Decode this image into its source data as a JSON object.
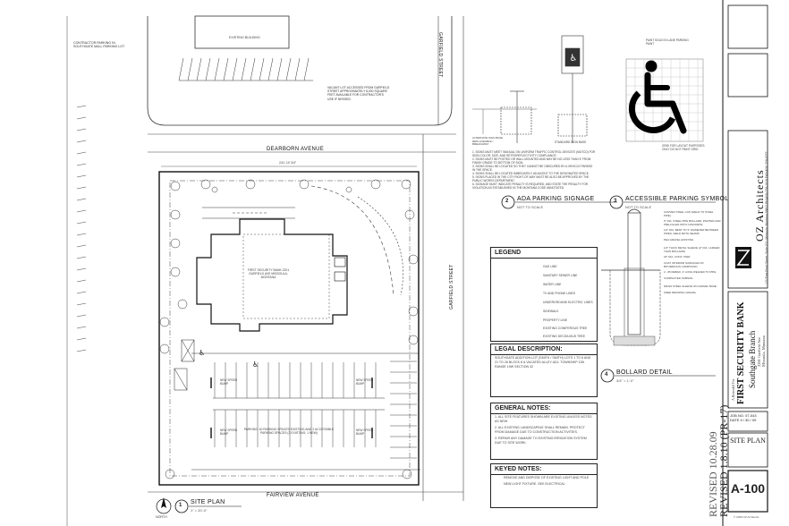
{
  "streets": {
    "north": "DEARBORN AVENUE",
    "south": "FAIRVIEW AVENUE",
    "east_upper": "GARFIELD STREET",
    "east_lower": "GARFIELD STREET"
  },
  "site_plan": {
    "number": "1",
    "title": "SITE PLAN",
    "scale": "1\" = 20'-0\"",
    "north_label": "NORTH",
    "building_label": "FIRST SECURITY BANK 2201 GARFIELD AVE MISSOULA, MONTANA",
    "existing_building": "EXISTING BUILDING",
    "contractor_note": "CONTRACTOR PARKING IN SOUTHGATE MALL PARKING LOT",
    "vacant_lot_note": "VACANT LOT ACCESSED FROM GARFIELD STREET APPROXIMATELY 8,000 SQUARE FEET AVAILABLE FOR CONTRACTOR'S USE IF NEEDED",
    "parking_note": "PARKING: 40 PARKING SPACES EXISTING AND 2 ACCESSIBLE PARKING SPACES (3 EXISTING; 1 NEW)",
    "speed_bump": "NEW SPEED BUMP",
    "dimension_top": "241'-10 3/4\""
  },
  "ada_detail": {
    "number": "2",
    "title": "ADA PARKING SIGNAGE",
    "scale": "NOT TO SCALE",
    "caption_left": "ALTERNATE SIGN BASE REPLACEABLE / BREAKAWAY",
    "caption_right": "STANDARD SIGN BASE",
    "notes": [
      "1. SIGNS MUST MEET 'MANUAL ON UNIFORM TRAFFIC CONTROL DEVICES' (MUTCD) FOR SIGN COLOR, SIZE, AND RETROREFLECTIVITY COMPLIANCE.",
      "2. SIGNS MUST BE POSTED OR WALL MOUNTED AND MAY BE NO LESS THAN 5' FROM FINISH GRADE TO BOTTOM OF SIGN.",
      "3. SIGNS SHALL BE LOCATED SO THEY CANNOT BE OBSCURED BY A VEHICLE PARKED IN THE SPACE.",
      "4. SIGNS SHALL BE LOCATED IMMEDIATELY ADJACENT TO THE DESIGNATED SPACE.",
      "5. SIGNS PLACED IN THE CITY RIGHT-OF-WAY MUST BE ALSO BE APPROVED BY THE PUBLIC WORKS DEPARTMENT.",
      "6. SIGNAGE MUST INDICATE PENALTY IS REQUIRED, AND STATE THE PENALTY FOR VIOLATION AS ESTABLISHED IN THE MONTANA CODE ANNOTATED."
    ]
  },
  "accessible_symbol": {
    "number": "3",
    "title": "ACCESSIBLE PARKING SYMBOL",
    "scale": "NOT TO SCALE",
    "top_note": "PAINT SOLID IN LANE PARKING PAINT",
    "grid_note": "GRID FOR LAYOUT PURPOSES ONLY DO NOT PAINT GRID"
  },
  "bollard_detail": {
    "number": "4",
    "title": "BOLLARD DETAIL",
    "scale": "3/4\" = 1'-0\"",
    "notes": [
      "CURVED STEEL CAP (WELD TO STEEL PIPE)",
      "6\" DIA. STEEL PIPE BOLLARD, PAINTED AND PRE-FILLED WITH CONCRETE",
      "1/2\" DIA. BENT TO 3\" DIAMETER BETWEEN PIPES, WELD BOTH SEAMS",
      "PEA GRAVEL EXISTING",
      "1/4\" THICK METAL SLEEVE (2\" DIA. LARGER THAN BOLLARD)",
      "18\" DIA. CONC. PIER",
      "COAT INTERIOR SURFACES W/ BITUMINOUS COMPOUND",
      "2 - #5 REBAR, 3' LONG WELDED TO PIPE",
      "COMPACTED SUBSOIL",
      "DRAIN STEEL SLEEVE ON GRAVEL BASE",
      "FREE DRAINING GRAVEL"
    ]
  },
  "legend": {
    "title": "LEGEND",
    "items": [
      "GAS LINE",
      "SANITARY SEWER LINE",
      "WATER LINE",
      "TV AND PHONE LINES",
      "UNDERGROUND ELECTRIC LINES",
      "SIDEWALK",
      "PROPERTY LINE",
      "EXISTING CONIFEROUS TREE",
      "EXISTING DECIDUOUS TREE"
    ]
  },
  "legal": {
    "title": "LEGAL DESCRIPTION:",
    "text": "SOUTHGATE ADDITION LOT (SMITH / SMITH) LOTS 1 TO 6 AND 21 TO 26 BLOCK 8 & VACATED ALLEY ADJ. TOWNSHIP 13N RANGE 19W SECTION 32"
  },
  "general": {
    "title": "GENERAL NOTES:",
    "notes": [
      "1. ALL SITE FEATURES SHOWN ARE EXISTING UNLESS NOTED AS NEW.",
      "2. ALL EXISTING LANDSCAPING SHALL REMAIN. PROTECT FROM DAMAGE DUE TO CONSTRUCTION ACTIVITIES.",
      "3. REPAIR ANY DAMAGE TO EXISTING IRRIGATION SYSTEM DUE TO SITE WORK."
    ]
  },
  "keyed": {
    "title": "KEYED NOTES:",
    "notes": [
      "REMOVE AND DISPOSE OF EXISTING LIGHT AND POLE",
      "NEW LIGHT FIXTURE. SEE ELECTRICAL"
    ]
  },
  "title_block": {
    "firm": "OZ Architects",
    "firm_address": "122 East Front Street, Suite 200, Missoula, Montana 59802 PH(406) 728-1616 FAX(406) 728-9277",
    "prepared_for": "A Remodel For",
    "client": "FIRST SECURITY BANK",
    "branch": "Southgate Branch",
    "address_line1": "2201 Garfield Ave",
    "address_line2": "Missoula, Montana",
    "job_no_label": "JOB NO.",
    "job_no": "07-043",
    "date_label": "DATE",
    "date": "9 / 30 / 09",
    "sheet_title": "SITE PLAN",
    "sheet_number": "A-100",
    "revised_1": "REVISED 10.28.09",
    "revised_2": "REVISED 1.8.10 (PR-17)",
    "copyright": "© 2009 OZ Architects"
  }
}
